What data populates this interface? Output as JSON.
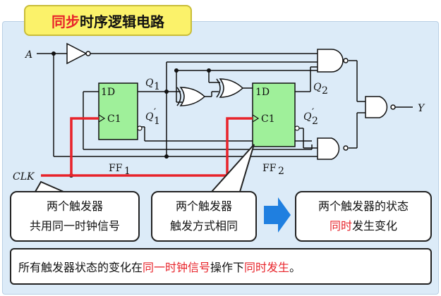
{
  "title": {
    "prefix": "同步",
    "suffix": "时序逻辑电路"
  },
  "circuit": {
    "input_a": "A",
    "clk": "CLK",
    "output_y": "Y",
    "ff1": {
      "d_label": "1D",
      "c_label": "C1",
      "q": "Q",
      "q_sub": "1",
      "qn": "Q",
      "qn_sub": "1",
      "name": "FF",
      "name_sub": "1"
    },
    "ff2": {
      "d_label": "1D",
      "c_label": "C1",
      "q": "Q",
      "q_sub": "2",
      "qn": "Q",
      "qn_sub": "2",
      "name": "FF",
      "name_sub": "2"
    }
  },
  "callouts": {
    "left": {
      "line1": "两个触发器",
      "line2": "共用同一时钟信号"
    },
    "middle": {
      "line1": "两个触发器",
      "line2": "触发方式相同"
    },
    "right": {
      "line1": "两个触发器的状态",
      "line2_red": "同时",
      "line2_rest": "发生变化"
    }
  },
  "note": {
    "part1": "所有触发器状态的变化在",
    "red1": "同一时钟信号",
    "part2": "操作下",
    "red2": "同时发生",
    "part3": "。"
  },
  "colors": {
    "panel": "#dcebf8",
    "title_bg": "#fbf26a",
    "ff_fill": "#9ff09a",
    "clock_wire": "#e8232a",
    "arrow": "#1f7fe0",
    "highlight_text": "#e8232a"
  }
}
